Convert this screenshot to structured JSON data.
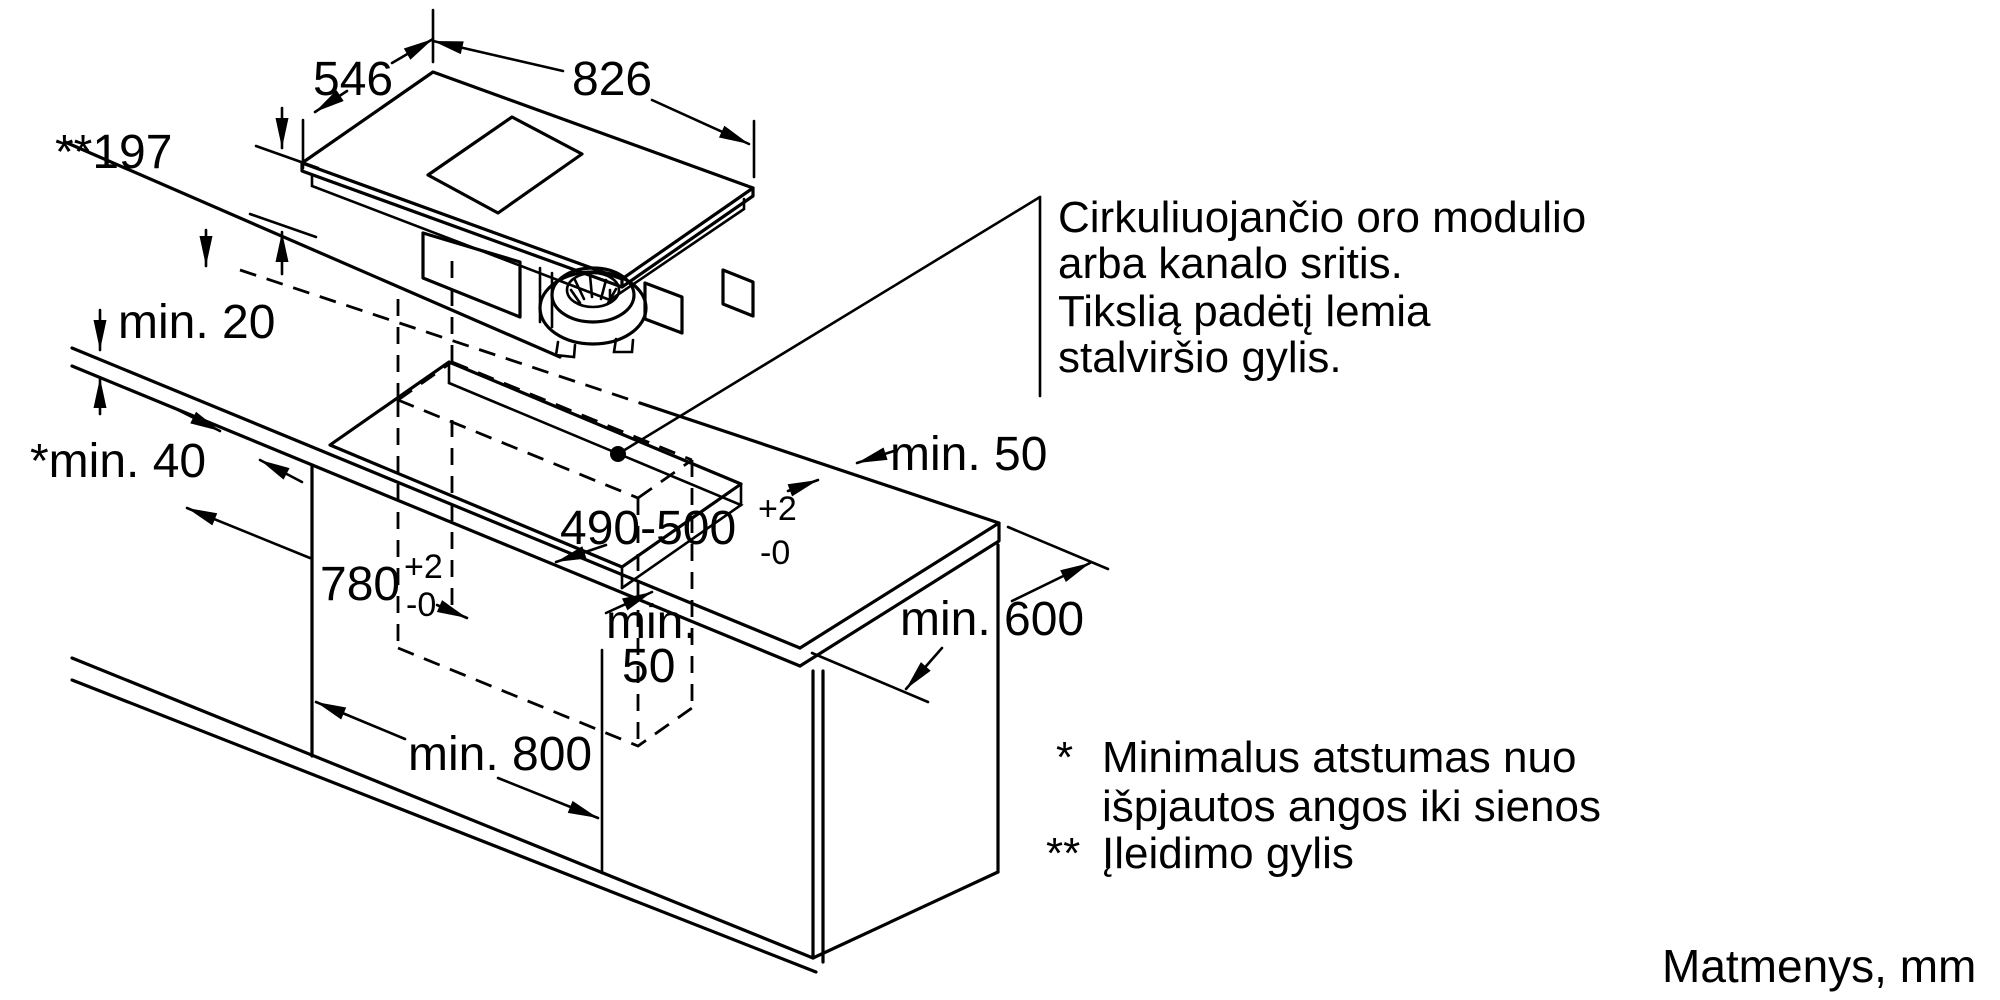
{
  "diagram": {
    "dimensions": {
      "hob_depth": "546",
      "hob_width": "826",
      "insert_depth": "**197",
      "worktop_thickness": "min. 20",
      "wall_clearance": "*min. 40",
      "cutout_depth": {
        "main": "490-500",
        "sup": "+2",
        "sub": "-0"
      },
      "cutout_width": {
        "main": "780",
        "sup": "+2",
        "sub": "-0"
      },
      "rear_clearance": "min. 50",
      "front_clearance_line1": "min.",
      "front_clearance_line2": "50",
      "worktop_depth": "min. 600",
      "cabinet_width": "min. 800"
    },
    "callout": {
      "line1": "Cirkuliuojančio oro modulio",
      "line2": "arba kanalo sritis.",
      "line3": "Tikslią padėtį lemia",
      "line4": "stalviršio gylis."
    },
    "footnotes": [
      {
        "marker": "*",
        "line1": "Minimalus atstumas nuo",
        "line2": "išpjautos angos iki sienos"
      },
      {
        "marker": "**",
        "line1": "Įleidimo gylis",
        "line2": ""
      }
    ],
    "units_note": "Matmenys, mm"
  }
}
